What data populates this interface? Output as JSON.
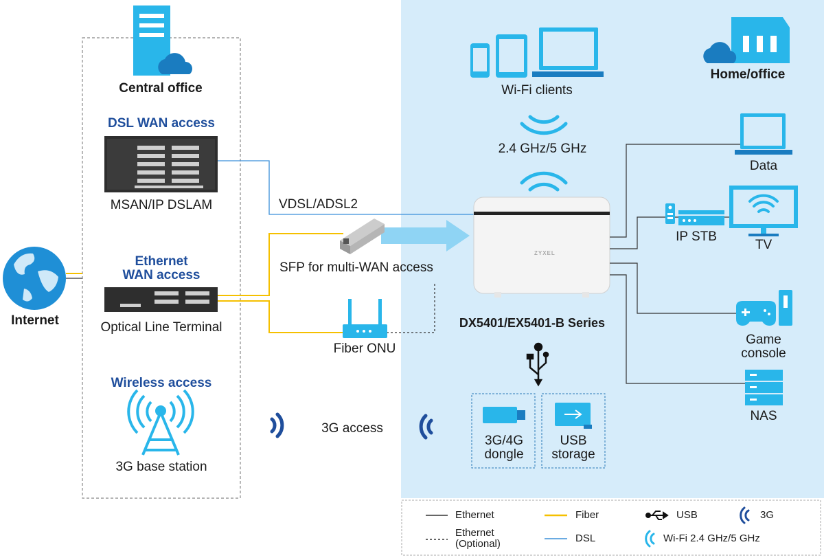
{
  "colors": {
    "home_bg": "#d6ecfa",
    "accent": "#29b6ea",
    "dark_blue": "#1f4e9c",
    "fiber": "#f5c000",
    "dsl": "#3a8fd9",
    "ethernet": "#333333"
  },
  "central": {
    "title": "Central office",
    "dsl_heading": "DSL WAN access",
    "msan_label": "MSAN/IP DSLAM",
    "eth_heading_1": "Ethernet",
    "eth_heading_2": "WAN access",
    "olt_label": "Optical Line Terminal",
    "wireless_heading": "Wireless access",
    "base_station_label": "3G base station"
  },
  "internet_label": "Internet",
  "links": {
    "vdsl": "VDSL/ADSL2",
    "sfp": "SFP for multi-WAN access",
    "fiber_onu": "Fiber ONU",
    "access_3g": "3G access"
  },
  "home": {
    "title": "Home/office",
    "wifi_clients": "Wi-Fi clients",
    "wifi_band": "2.4 GHz/5 GHz",
    "router_brand": "ZYXEL",
    "router_model": "DX5401/EX5401-B Series",
    "devices": {
      "data": "Data",
      "ip_stb": "IP STB",
      "tv": "TV",
      "game_1": "Game",
      "game_2": "console",
      "nas": "NAS"
    },
    "usb_devices": {
      "dongle_1": "3G/4G",
      "dongle_2": "dongle",
      "storage_1": "USB",
      "storage_2": "storage"
    }
  },
  "legend": {
    "ethernet": "Ethernet",
    "ethernet_optional_1": "Ethernet",
    "ethernet_optional_2": "(Optional)",
    "fiber": "Fiber",
    "dsl": "DSL",
    "usb": "USB",
    "g3": "3G",
    "wifi": "Wi-Fi 2.4 GHz/5 GHz"
  },
  "icons": [
    "server-cloud-icon",
    "globe-icon",
    "dslam-icon",
    "olt-icon",
    "tower-icon",
    "sfp-icon",
    "onu-icon",
    "router-icon",
    "phone-icon",
    "tablet-icon",
    "laptop-icon",
    "house-icon",
    "wifi-icon",
    "usb-icon",
    "dongle-icon",
    "usb-storage-icon",
    "tv-icon",
    "stb-icon",
    "remote-icon",
    "gamepad-icon",
    "nas-icon",
    "signal-icon"
  ]
}
